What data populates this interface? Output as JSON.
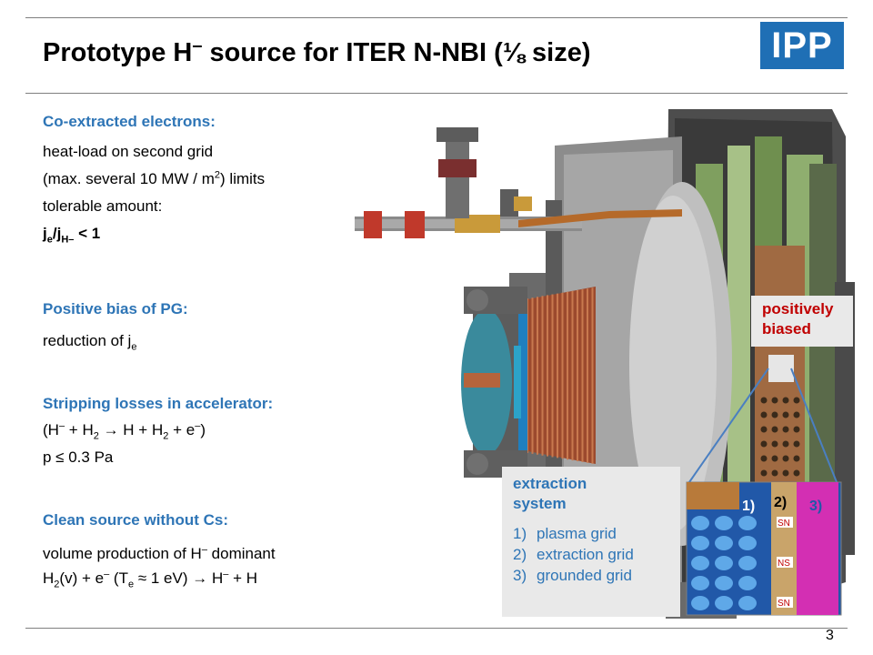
{
  "slide": {
    "title_pre": "Prototype H",
    "title_sup": "–",
    "title_post": " source for ITER N-NBI (⅛ size)",
    "logo_text": "IPP",
    "page_number": "3"
  },
  "sections": {
    "co_extracted": {
      "heading": "Co-extracted electrons:",
      "line1": "heat-load on second grid",
      "line2a": "(max. several 10 MW / m",
      "line2_sup": "2",
      "line2b": ") limits",
      "line3": "tolerable amount:",
      "ratio_j1": "j",
      "ratio_e": "e",
      "ratio_slash": "/j",
      "ratio_h": "H–",
      "ratio_rest": " < 1"
    },
    "bias": {
      "heading": "Positive bias of PG:",
      "line_a": "reduction of j",
      "line_sub": "e"
    },
    "stripping": {
      "heading": "Stripping losses in accelerator:",
      "eq_a": "(H",
      "eq_sup1": "–",
      "eq_b": " + H",
      "eq_sub1": "2",
      "eq_c": " → H + H",
      "eq_sub2": "2",
      "eq_d": " + e",
      "eq_sup2": "–",
      "eq_e": ")",
      "pressure": "p ≤ 0.3 Pa"
    },
    "clean": {
      "heading": "Clean source without Cs:",
      "line1a": "volume production of H",
      "line1_sup": "–",
      "line1b": " dominant",
      "eq_a": "H",
      "eq_sub1": "2",
      "eq_b": "(v) + e",
      "eq_sup1": "–",
      "eq_c": " (T",
      "eq_sub2": "e",
      "eq_d": " ≈ 1 eV) → H",
      "eq_sup2": "–",
      "eq_e": " + H"
    }
  },
  "callouts": {
    "positively_biased": [
      "positively",
      "biased"
    ],
    "extraction": {
      "title": [
        "extraction",
        "system"
      ],
      "items": [
        {
          "num": "1)",
          "label": "plasma grid"
        },
        {
          "num": "2)",
          "label": "extraction grid"
        },
        {
          "num": "3)",
          "label": "grounded grid"
        }
      ]
    },
    "grid_labels": [
      "1)",
      "2)",
      "3)"
    ],
    "magnet_labels": [
      "SN",
      "NS",
      "SN"
    ]
  },
  "colors": {
    "heading": "#2e75b6",
    "callout_red": "#c00000",
    "logo_bg": "#1f6fb5"
  }
}
